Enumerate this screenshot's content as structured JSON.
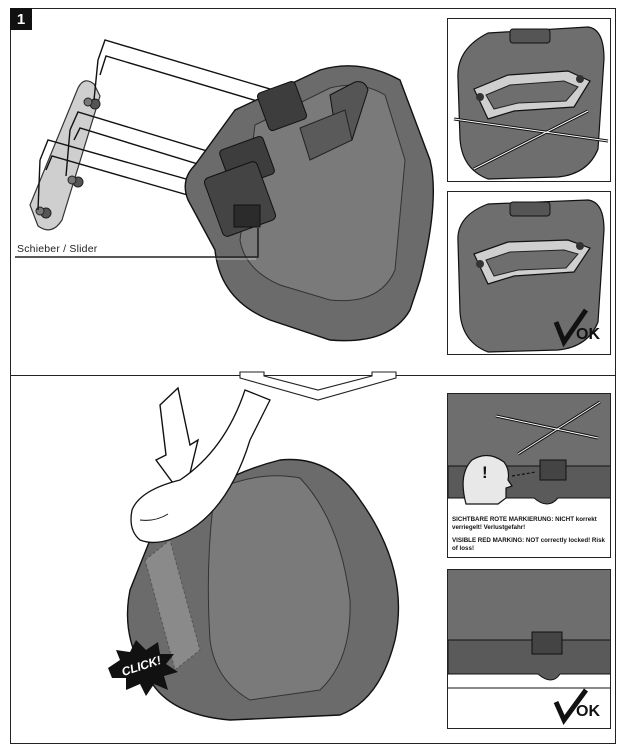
{
  "step": {
    "number": "1"
  },
  "labels": {
    "slider": "Schieber / Slider",
    "click": "CLICK!",
    "warning_symbol": "!"
  },
  "panels": {
    "correct_top": {
      "badge": "OK"
    },
    "wrong_marking": {
      "caption_de": "SICHTBARE ROTE MARKIERUNG: NICHT korrekt verriegelt! Verlustgefahr!",
      "caption_en": "VISIBLE RED MARKING: NOT correctly locked! Risk of loss!"
    },
    "correct_bottom": {
      "badge": "OK"
    }
  },
  "colors": {
    "bag": "#6b6b6b",
    "bag_dark": "#4e4e4e",
    "line": "#111111",
    "rail": "#f2f2f2"
  }
}
